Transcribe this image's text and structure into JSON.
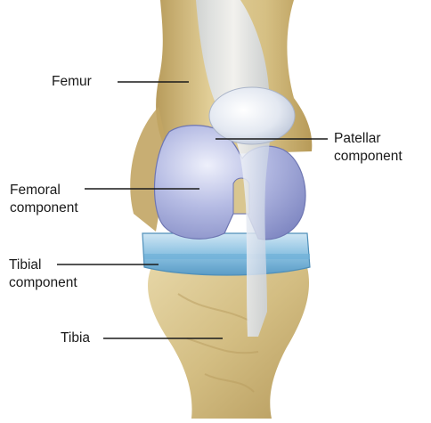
{
  "labels": {
    "femur": "Femur",
    "patellar": {
      "line1": "Patellar",
      "line2": "component"
    },
    "femoral": {
      "line1": "Femoral",
      "line2": "component"
    },
    "tibial": {
      "line1": "Tibial",
      "line2": "component"
    },
    "tibia": "Tibia"
  },
  "colors": {
    "bone": "#d8c38a",
    "bone_shadow": "#b59a5a",
    "implant_metal": "#9fa6d6",
    "implant_highlight": "#dfe2f5",
    "tibial_tray": "#7fb7da",
    "tendon": "#e7ecf3",
    "leader_line": "#1a1a1a"
  }
}
